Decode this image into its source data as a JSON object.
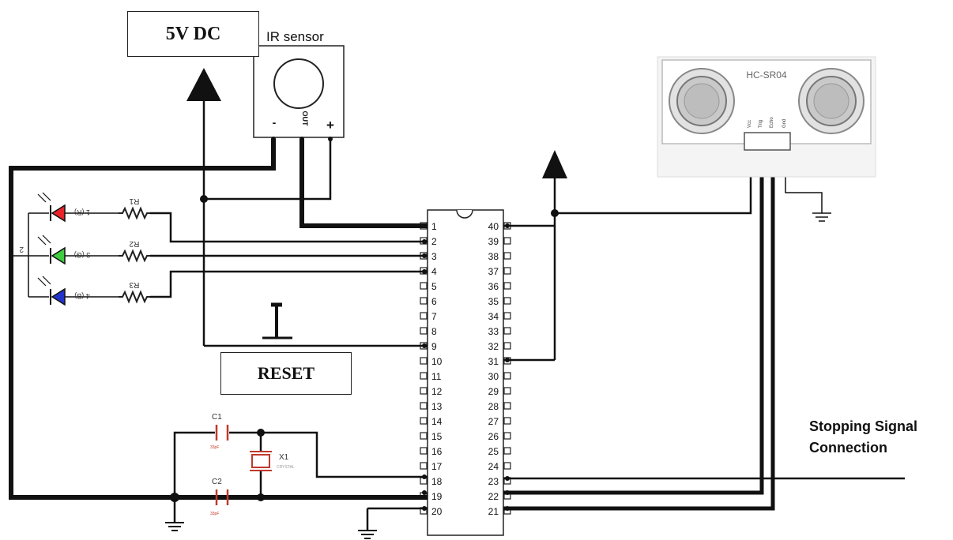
{
  "labels": {
    "power": "5V DC",
    "ir_title": "IR sensor",
    "ir_minus": "-",
    "ir_out": "OUT",
    "ir_plus": "+",
    "reset": "RESET",
    "ultrasonic_model": "HC-SR04",
    "us_pins": [
      "Vcc",
      "Trig",
      "Echo",
      "Gnd"
    ],
    "stop_signal_line1": "Stopping Signal",
    "stop_signal_line2": "Connection",
    "c1": "C1",
    "c1_value": "33pF",
    "c2": "C2",
    "c2_value": "33pF",
    "x1": "X1",
    "x1_desc": "CRYSTAL",
    "resistors": [
      "R1",
      "R2",
      "R3"
    ],
    "led_pins": [
      "1 (R)",
      "3 (G)",
      "4 (B)"
    ],
    "common_pin": "2"
  },
  "colors": {
    "led_red": "#e8232a",
    "led_green": "#3fcc3f",
    "led_blue": "#2233cc",
    "resistor": "#1f1f1f",
    "component_red": "#c0392b",
    "wire": "#111111"
  },
  "ic": {
    "left_pins": [
      "1",
      "2",
      "3",
      "4",
      "5",
      "6",
      "7",
      "8",
      "9",
      "10",
      "11",
      "12",
      "13",
      "14",
      "15",
      "16",
      "17",
      "18",
      "19",
      "20"
    ],
    "right_pins": [
      "40",
      "39",
      "38",
      "37",
      "36",
      "35",
      "34",
      "33",
      "32",
      "31",
      "30",
      "29",
      "28",
      "27",
      "26",
      "25",
      "24",
      "23",
      "22",
      "21"
    ]
  }
}
